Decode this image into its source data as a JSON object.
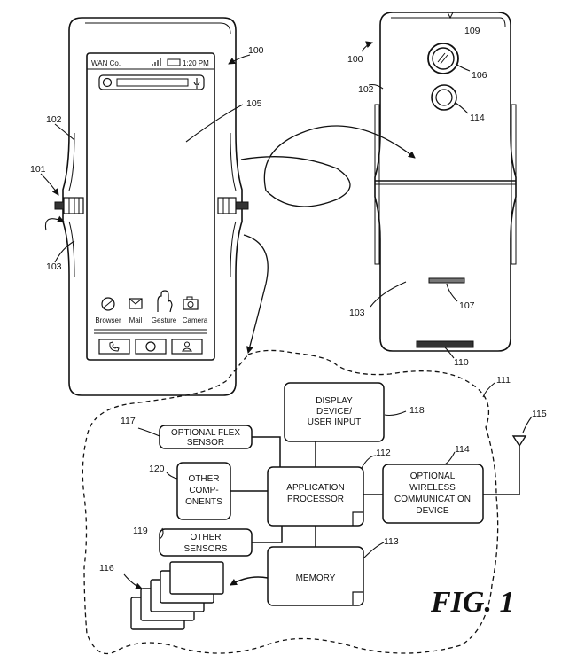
{
  "phone": {
    "carrier": "WAN Co.",
    "time": "1:20 PM",
    "apps": [
      "Browser",
      "Mail",
      "Gesture",
      "Camera"
    ]
  },
  "refs": {
    "device_front": "100",
    "device_back": "100",
    "hinge": "101",
    "first_housing": "102",
    "first_housing_back": "102",
    "second_housing": "103",
    "second_housing_back": "103",
    "display": "105",
    "camera": "106",
    "speaker": "107",
    "rear_display_top": "109",
    "bottom_edge": "110",
    "schematic": "111",
    "processor": "112",
    "memory": "113",
    "wireless": "114",
    "antenna": "115",
    "stack": "116",
    "flex_sensor": "117",
    "display_device": "118",
    "other_sensors": "119",
    "other_components": "120",
    "flash": "114"
  },
  "blocks": {
    "display_device": [
      "DISPLAY",
      "DEVICE/",
      "USER INPUT"
    ],
    "flex_sensor": [
      "OPTIONAL FLEX",
      "SENSOR"
    ],
    "other_components": [
      "OTHER",
      "COMP-",
      "ONENTS"
    ],
    "application_processor": [
      "APPLICATION",
      "PROCESSOR"
    ],
    "wireless": [
      "OPTIONAL",
      "WIRELESS",
      "COMMUNICATION",
      "DEVICE"
    ],
    "other_sensors": [
      "OTHER",
      "SENSORS"
    ],
    "memory": [
      "MEMORY"
    ]
  },
  "figure_label": "FIG. 1"
}
